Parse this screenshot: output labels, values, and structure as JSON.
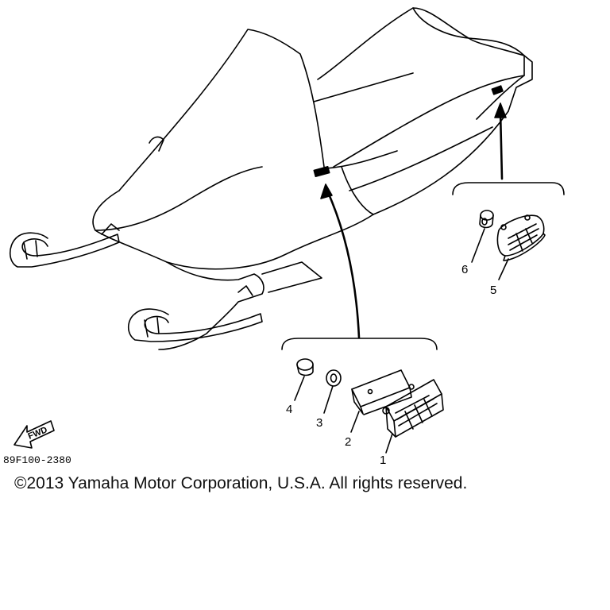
{
  "diagram": {
    "part_number": "89F100-2380",
    "fwd_label": "FWD",
    "callouts": [
      "1",
      "2",
      "3",
      "4",
      "5",
      "6"
    ]
  },
  "copyright": "©2013 Yamaha Motor Corporation, U.S.A. All rights reserved."
}
